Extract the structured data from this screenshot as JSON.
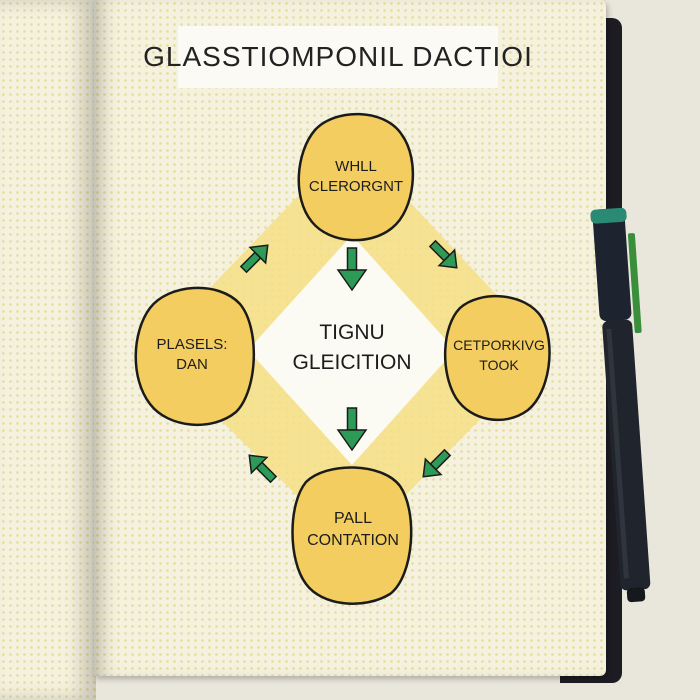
{
  "title": "GLASSTIOMPONIL DACTIOI",
  "center": {
    "line1": "TIGNU",
    "line2": "GLEICITION"
  },
  "nodes": {
    "top": {
      "line1": "WHLL",
      "line2": "CLERORGNT"
    },
    "left": {
      "line1": "PLASELS:",
      "line2": "DAN"
    },
    "right": {
      "line1": "CETPORKIVG",
      "line2": "TOOK"
    },
    "bottom": {
      "line1": "PALL",
      "line2": "CONTATION"
    }
  },
  "colors": {
    "node_fill": "#f3cd5f",
    "highlight": "#f6df86",
    "arrow": "#2e9a57",
    "outline": "#1b1b1b"
  },
  "icons": [
    "arrow-icon",
    "pen-icon"
  ]
}
